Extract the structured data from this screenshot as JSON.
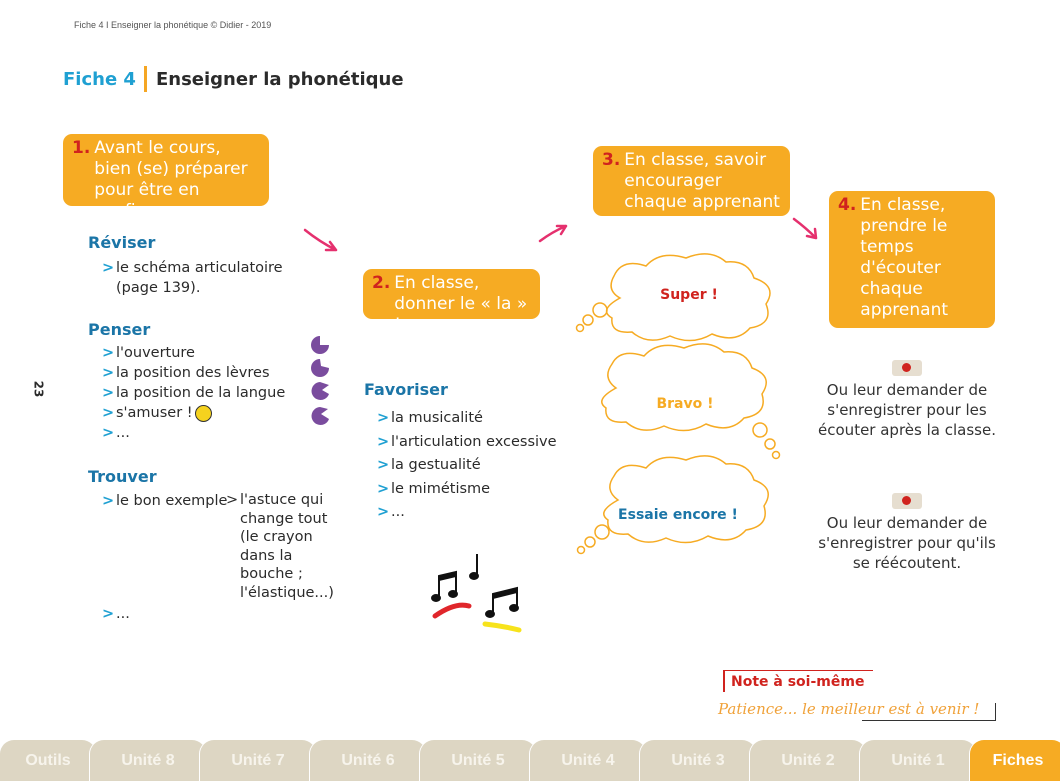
{
  "header": {
    "running_head": "Fiche 4 I Enseigner la phonétique © Didier - 2019",
    "fiche_number": "Fiche 4",
    "fiche_name": "Enseigner la phonétique",
    "page_number": "23"
  },
  "steps": [
    {
      "num": "1.",
      "text": "Avant le cours, bien (se) préparer pour être en confiance"
    },
    {
      "num": "2.",
      "text": "En classe, donner le « la » !"
    },
    {
      "num": "3.",
      "text": "En classe, savoir encourager chaque apprenant"
    },
    {
      "num": "4.",
      "text": "En classe, prendre le temps d'écouter chaque apprenant"
    }
  ],
  "col1": {
    "reviser": {
      "title": "Réviser",
      "items": [
        "le schéma articulatoire (page 139)."
      ]
    },
    "penser": {
      "title": "Penser",
      "items": [
        "l'ouverture",
        "la position des lèvres",
        "la position de la langue",
        "s'amuser !",
        "..."
      ]
    },
    "trouver": {
      "title": "Trouver",
      "item1": "le bon exemple",
      "item1b": "l'astuce qui change tout (le crayon dans la bouche ; l'élastique...)",
      "item2": "..."
    }
  },
  "col2": {
    "favoriser": {
      "title": "Favoriser",
      "items": [
        "la musicalité",
        "l'articulation excessive",
        "la gestualité",
        "le mimétisme",
        "..."
      ]
    }
  },
  "clouds": [
    "Super !",
    "Bravo !",
    "Essaie encore !"
  ],
  "col4": {
    "record1": "Ou leur demander de s'enregistrer pour les écouter après la classe.",
    "record2": "Ou leur demander de s'enregistrer pour qu'ils se réécoutent."
  },
  "note": {
    "title": "Note à soi-même",
    "text": "Patience... le meilleur est à venir !"
  },
  "tabs": [
    "Outils",
    "Unité 8",
    "Unité 7",
    "Unité 6",
    "Unité 5",
    "Unité 4",
    "Unité 3",
    "Unité 2",
    "Unité 1",
    "Fiches"
  ],
  "active_tab": "Fiches",
  "colors": {
    "orange": "#f6ab23",
    "blue": "#1b75a7",
    "red": "#d0231e",
    "purple": "#7a4c9e",
    "pink": "#e5306e"
  }
}
